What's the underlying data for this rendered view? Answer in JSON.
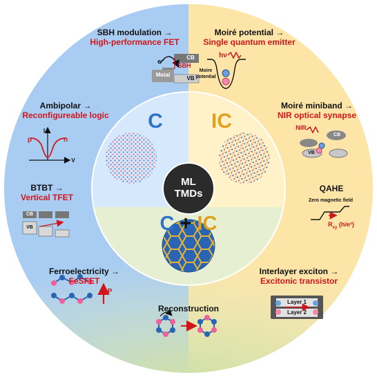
{
  "center": {
    "line1": "ML",
    "line2": "TMDs"
  },
  "zones": {
    "c": "C",
    "ic": "IC",
    "cic_c": "C",
    "cic_plus": "+",
    "cic_ic": "IC"
  },
  "colors": {
    "c": "#2f74c9",
    "ic": "#e0a21e",
    "accent": "#d0161b",
    "center": "#2b2b2b"
  },
  "topics": {
    "sbh": {
      "title": "SBH modulation →",
      "app": "High-performance FET"
    },
    "moire": {
      "title": "Moiré potential →",
      "app": "Single quantum emitter"
    },
    "ambi": {
      "title": "Ambipolar →",
      "app": "Reconfigureable logic"
    },
    "mini": {
      "title": "Moiré miniband →",
      "app": "NIR optical synapse"
    },
    "btbt": {
      "title": "BTBT →",
      "app": "Vertical TFET"
    },
    "qahe": {
      "title": "QAHE",
      "app": ""
    },
    "ferro": {
      "title": "Ferroelectricity →",
      "app": "FeSFET"
    },
    "inter": {
      "title": "Interlayer exciton →",
      "app": "Excitonic transistor"
    },
    "recon": {
      "title": "Reconstruction",
      "app": ""
    }
  },
  "icons": {
    "sbh": {
      "cb": "CB",
      "vb": "VB",
      "metal": "Metal",
      "e": "e⁻",
      "sbh": "SBH"
    },
    "moire": {
      "hv": "hν",
      "potential": "Moire potential"
    },
    "ambi": {
      "p": "p",
      "n": "n",
      "id": "I",
      "vg": "V"
    },
    "mini": {
      "nir": "NIR",
      "cb": "CB",
      "vb": "VB"
    },
    "btbt": {
      "cb": "CB",
      "vb": "VB"
    },
    "qahe": {
      "field": "Zero magnetic field",
      "rxy": "R",
      "unit": "(h/e²)"
    },
    "ferro": {
      "p": "P"
    },
    "inter": {
      "layer1": "Layer 1",
      "layer2": "Layer 2"
    }
  }
}
